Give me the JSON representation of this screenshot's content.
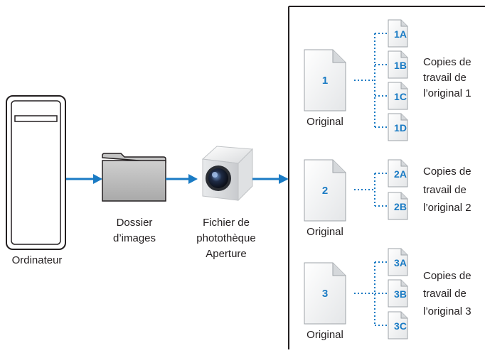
{
  "computer": {
    "label": "Ordinateur"
  },
  "folder": {
    "label_line1": "Dossier",
    "label_line2": "d’images"
  },
  "library": {
    "label_line1": "Fichier de",
    "label_line2": "photothèque",
    "label_line3": "Aperture"
  },
  "groups": [
    {
      "number": "1",
      "original_label": "Original",
      "copies": [
        "1A",
        "1B",
        "1C",
        "1D"
      ],
      "caption_line1": "Copies de",
      "caption_line2": "travail de",
      "caption_line3": "l’original 1"
    },
    {
      "number": "2",
      "original_label": "Original",
      "copies": [
        "2A",
        "2B"
      ],
      "caption_line1": "Copies de",
      "caption_line2": "travail de",
      "caption_line3": "l’original 2"
    },
    {
      "number": "3",
      "original_label": "Original",
      "copies": [
        "3A",
        "3B",
        "3C"
      ],
      "caption_line1": "Copies de",
      "caption_line2": "travail de",
      "caption_line3": "l’original 3"
    }
  ],
  "colors": {
    "accent": "#1a7bc4",
    "text": "#231f20",
    "outline": "#231f20"
  }
}
